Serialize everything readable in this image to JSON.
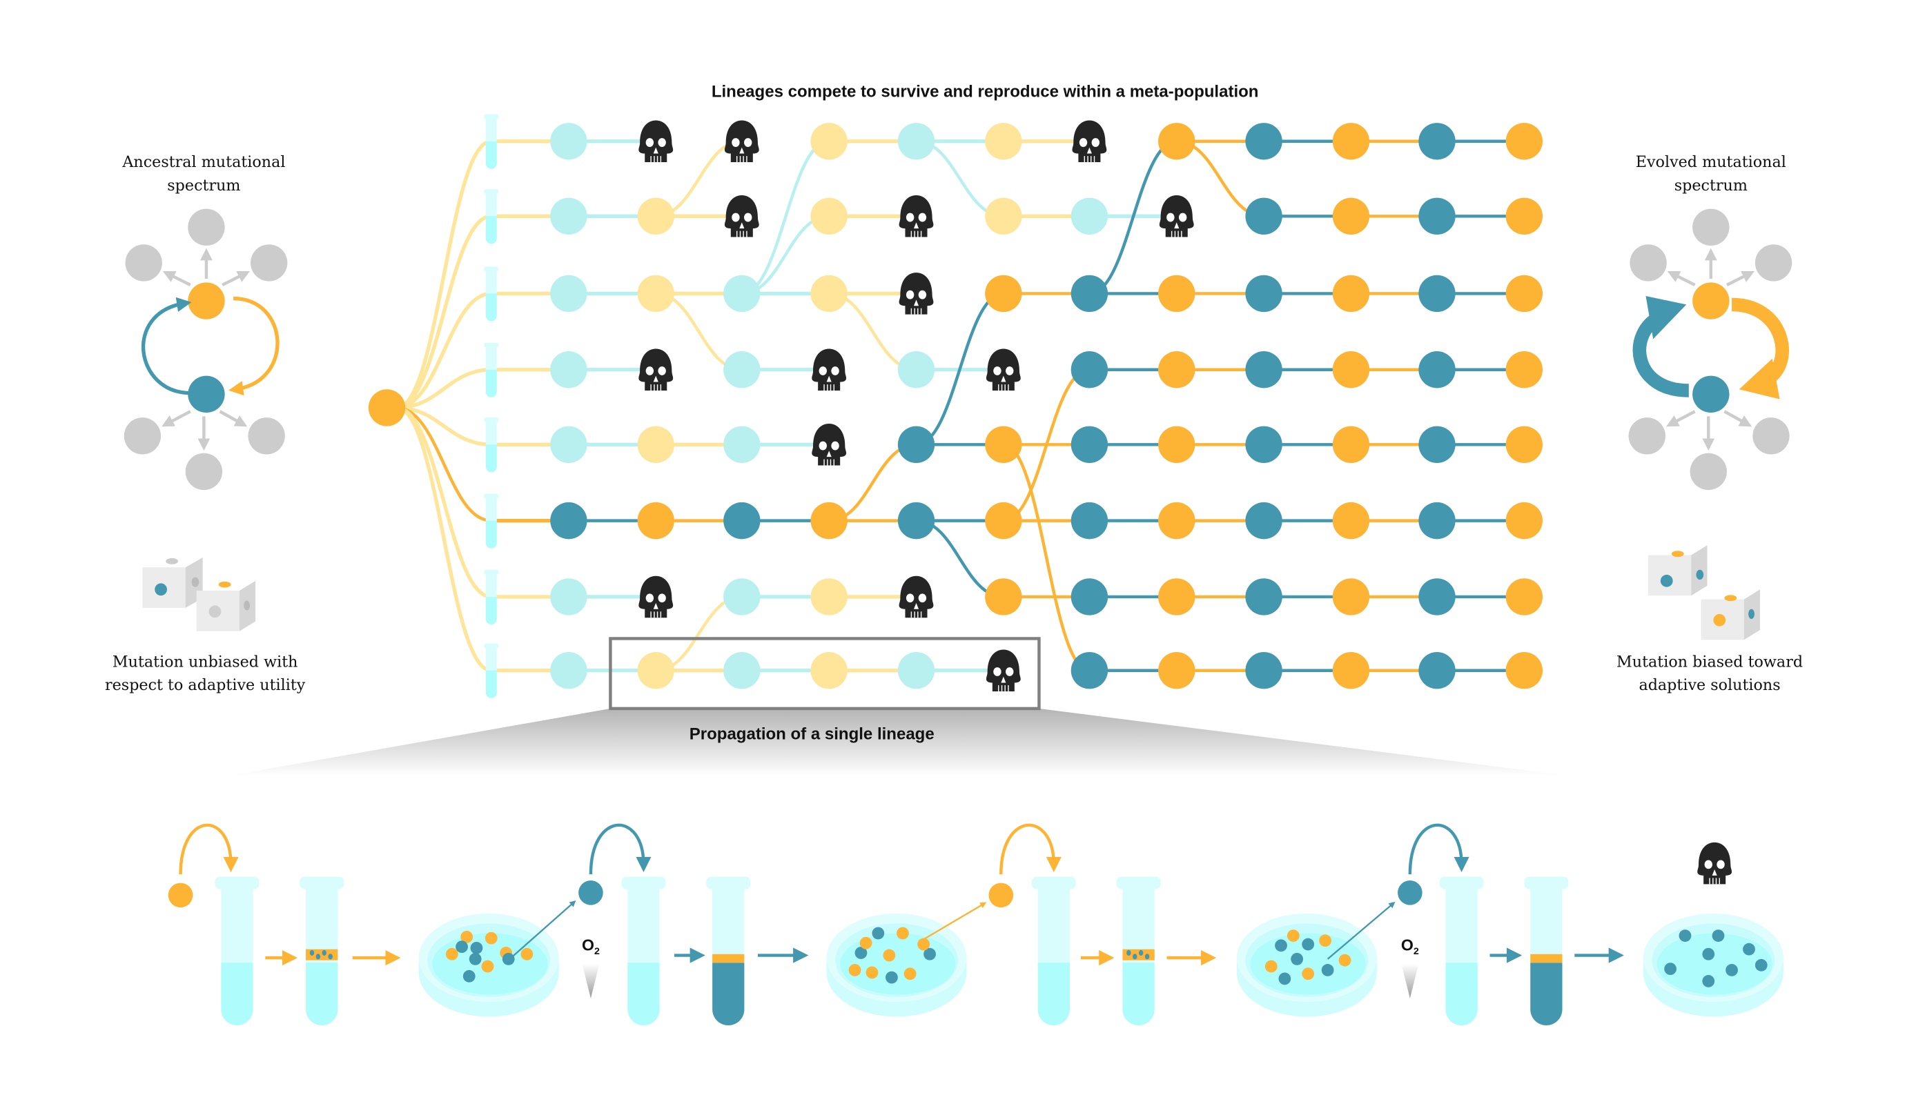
{
  "title": "Lineages compete to survive and reproduce within a meta-population",
  "left_panel": {
    "heading_line1": "Ancestral mutational",
    "heading_line2": "spectrum",
    "caption_line1": "Mutation unbiased with",
    "caption_line2": "respect to adaptive utility"
  },
  "right_panel": {
    "heading_line1": "Evolved mutational",
    "heading_line2": "spectrum",
    "caption_line1": "Mutation biased toward",
    "caption_line2": "adaptive solutions"
  },
  "zoom_label": "Propagation of a single lineage",
  "oxygen_label": "O",
  "oxygen_subscript": "2",
  "colors": {
    "orange": "#fdb334",
    "teal": "#4397ae",
    "pale_cyan": "#b8f0f0",
    "pale_yellow": "#fee59a",
    "skull": "#252525",
    "gray": "#cccccc",
    "tube_light": "#d9fdfd",
    "tube_liquid": "#aefcfc"
  },
  "lineage_legend": {
    "c": "pale-cyan",
    "y": "pale-yellow",
    "O": "orange",
    "T": "teal",
    "X": "extinct-skull"
  },
  "lineages": [
    [
      "c",
      "X",
      "X",
      "y",
      "c",
      "y",
      "X",
      "O",
      "T",
      "O",
      "T",
      "O"
    ],
    [
      "c",
      "y",
      "X",
      "y",
      "X",
      "y",
      "c",
      "X",
      "T",
      "O",
      "T",
      "O"
    ],
    [
      "c",
      "y",
      "c",
      "y",
      "X",
      "O",
      "T",
      "O",
      "T",
      "O",
      "T",
      "O"
    ],
    [
      "c",
      "X",
      "c",
      "X",
      "c",
      "X",
      "T",
      "O",
      "T",
      "O",
      "T",
      "O"
    ],
    [
      "c",
      "y",
      "c",
      "X",
      "T",
      "O",
      "T",
      "O",
      "T",
      "O",
      "T",
      "O"
    ],
    [
      "T",
      "O",
      "T",
      "O",
      "T",
      "O",
      "T",
      "O",
      "T",
      "O",
      "T",
      "O"
    ],
    [
      "c",
      "X",
      "c",
      "y",
      "X",
      "O",
      "T",
      "O",
      "T",
      "O",
      "T",
      "O"
    ],
    [
      "c",
      "y",
      "c",
      "y",
      "c",
      "X",
      "T",
      "O",
      "T",
      "O",
      "T",
      "O"
    ]
  ],
  "migrations": [
    [
      1,
      1,
      0,
      2
    ],
    [
      2,
      2,
      0,
      3
    ],
    [
      2,
      2,
      1,
      3
    ],
    [
      0,
      4,
      1,
      5
    ],
    [
      2,
      1,
      3,
      2
    ],
    [
      2,
      3,
      3,
      4
    ],
    [
      4,
      4,
      2,
      5
    ],
    [
      2,
      6,
      0,
      7
    ],
    [
      0,
      7,
      1,
      8
    ],
    [
      5,
      3,
      4,
      4
    ],
    [
      5,
      4,
      6,
      5
    ],
    [
      5,
      5,
      3,
      6
    ],
    [
      4,
      5,
      7,
      6
    ],
    [
      7,
      1,
      6,
      2
    ]
  ],
  "highlighted_lineage": {
    "row": 7,
    "from_col": 1,
    "to_col": 5
  }
}
